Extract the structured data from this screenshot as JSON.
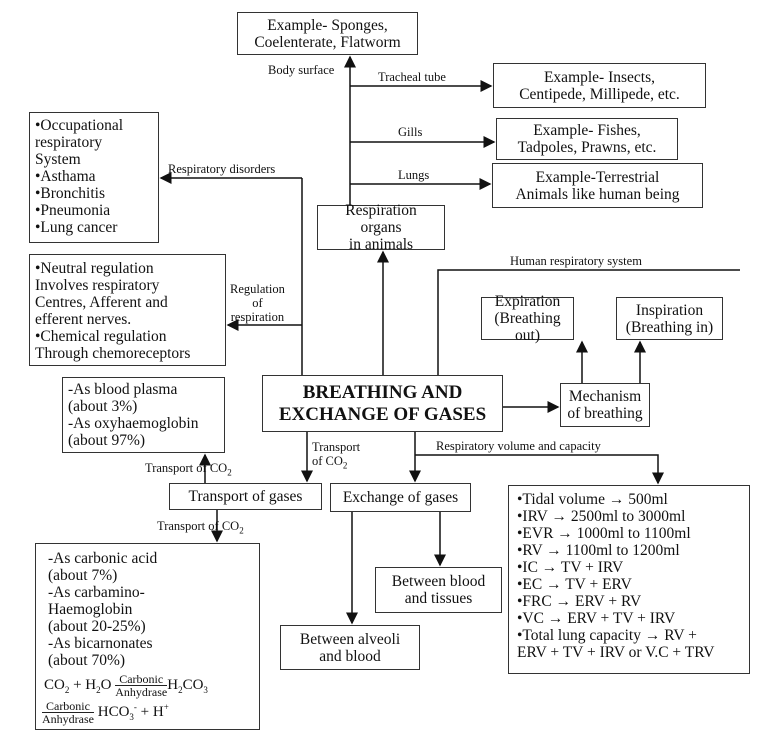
{
  "title": "BREATHING AND EXCHANGE OF GASES",
  "organs": {
    "box": [
      "Respiration organs",
      "in animals"
    ],
    "body_surface": {
      "label": "Body surface",
      "example": [
        "Example- Sponges,",
        "Coelenterate, Flatworm"
      ]
    },
    "tracheal": {
      "label": "Tracheal tube",
      "example": [
        "Example- Insects,",
        "Centipede, Millipede, etc."
      ]
    },
    "gills": {
      "label": "Gills",
      "example": [
        "Example- Fishes,",
        "Tadpoles, Prawns, etc."
      ]
    },
    "lungs": {
      "label": "Lungs",
      "example": [
        "Example-Terrestrial",
        "Animals like human being"
      ]
    }
  },
  "disorders": {
    "label": "Respiratory disorders",
    "items": [
      "•Occupational",
      "respiratory",
      "System",
      "•Asthama",
      "•Bronchitis",
      "•Pneumonia",
      "•Lung cancer"
    ]
  },
  "regulation": {
    "label": [
      "Regulation",
      "of",
      "respiration"
    ],
    "items": [
      "•Neutral regulation",
      "Involves respiratory",
      "Centres, Afferent and",
      "efferent nerves.",
      "•Chemical regulation",
      "Through chemoreceptors"
    ]
  },
  "human": {
    "label": "Human respiratory system",
    "expiration": [
      "Expiration",
      "(Breathing out)"
    ],
    "inspiration": [
      "Inspiration",
      "(Breathing in)"
    ],
    "mechanism": [
      "Mechanism",
      "of breathing"
    ]
  },
  "transport": {
    "main_label": [
      "Transport",
      "of CO2"
    ],
    "box": "Transport of gases",
    "up_label": "Transport of CO2",
    "down_label": "Transport of CO2",
    "o2_items": [
      "-As blood plasma",
      "(about 3%)",
      "-As oxyhaemoglobin",
      "(about 97%)"
    ],
    "co2_items": [
      "-As carbonic acid",
      "(about 7%)",
      "-As carbamino-",
      "Haemoglobin",
      "(about 20-25%)",
      "-As bicarnonates",
      "(about 70%)"
    ],
    "equation": {
      "enzyme_top": "Carbonic",
      "enzyme_bottom": "Anhydrase"
    }
  },
  "exchange": {
    "box": "Exchange of gases",
    "tissues": [
      "Between blood",
      "and tissues"
    ],
    "alveoli": [
      "Between alveoli",
      "and blood"
    ]
  },
  "volume": {
    "label": "Respiratory volume and capacity",
    "items": [
      "•Tidal volume → 500ml",
      "•IRV → 2500ml to 3000ml",
      "•EVR → 1000ml to 1100ml",
      "•RV → 1100ml to 1200ml",
      "•IC → TV + IRV",
      "•EC → TV + ERV",
      "•FRC → ERV + RV",
      "•VC → ERV + TV + IRV",
      "•Total lung capacity → RV +",
      "ERV + TV + IRV or V.C + TRV"
    ]
  }
}
